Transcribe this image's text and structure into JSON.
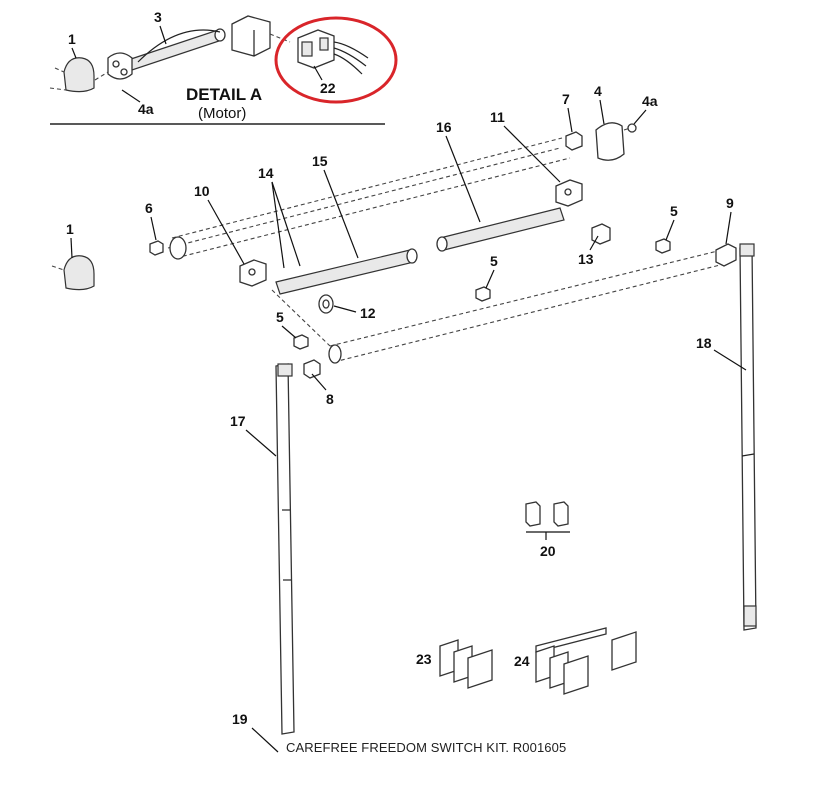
{
  "detail": {
    "title": "DETAIL A",
    "subtitle": "(Motor)",
    "labels": [
      "1",
      "3",
      "4a",
      "22"
    ],
    "highlight_color": "#d9252a"
  },
  "callouts": {
    "c1": "1",
    "c4": "4",
    "c4a": "4a",
    "c5a": "5",
    "c5b": "5",
    "c5c": "5",
    "c6": "6",
    "c7": "7",
    "c8": "8",
    "c9": "9",
    "c10": "10",
    "c11": "11",
    "c12": "12",
    "c13": "13",
    "c14": "14",
    "c15": "15",
    "c16": "16",
    "c17": "17",
    "c18": "18",
    "c19": "19",
    "c20": "20",
    "c23": "23",
    "c24": "24"
  },
  "caption": "CAREFREE FREEDOM SWITCH KIT. R001605"
}
